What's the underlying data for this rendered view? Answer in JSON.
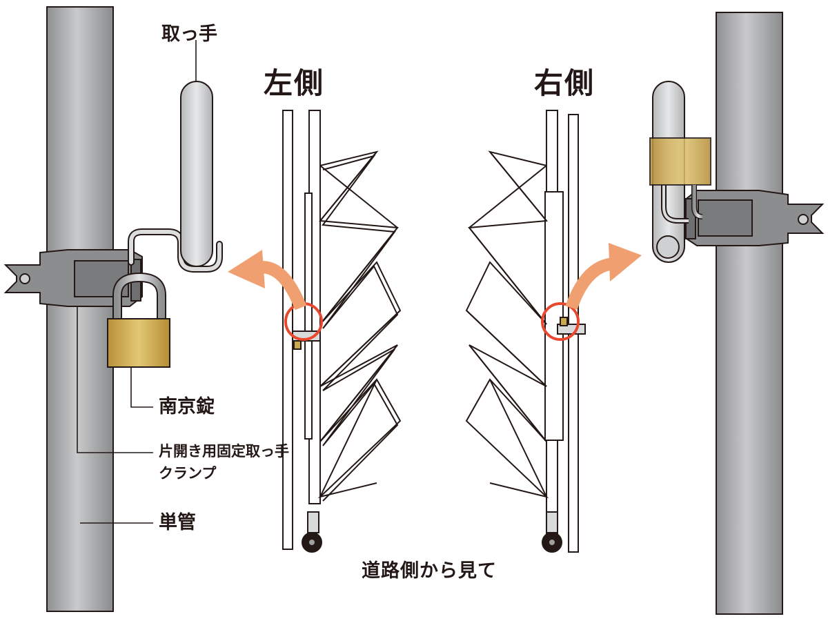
{
  "labels": {
    "left_side": "左側",
    "right_side": "右側",
    "handle": "取っ手",
    "padlock": "南京錠",
    "clamp_line1": "片開き用固定取っ手",
    "clamp_line2": "クランプ",
    "single_pipe": "単管",
    "view_caption": "道路側から見て"
  },
  "colors": {
    "pipe_gray": "#9fa0a0",
    "clamp_gray": "#8c8d8e",
    "padlock_gold": "#c9a94a",
    "highlight_red": "#e8482d",
    "arrow_orange": "#f0a070",
    "ink": "#231815"
  },
  "icons": {
    "highlight": "highlight-circle-icon",
    "direction": "curved-arrow-icon",
    "wheel": "caster-wheel-icon"
  }
}
